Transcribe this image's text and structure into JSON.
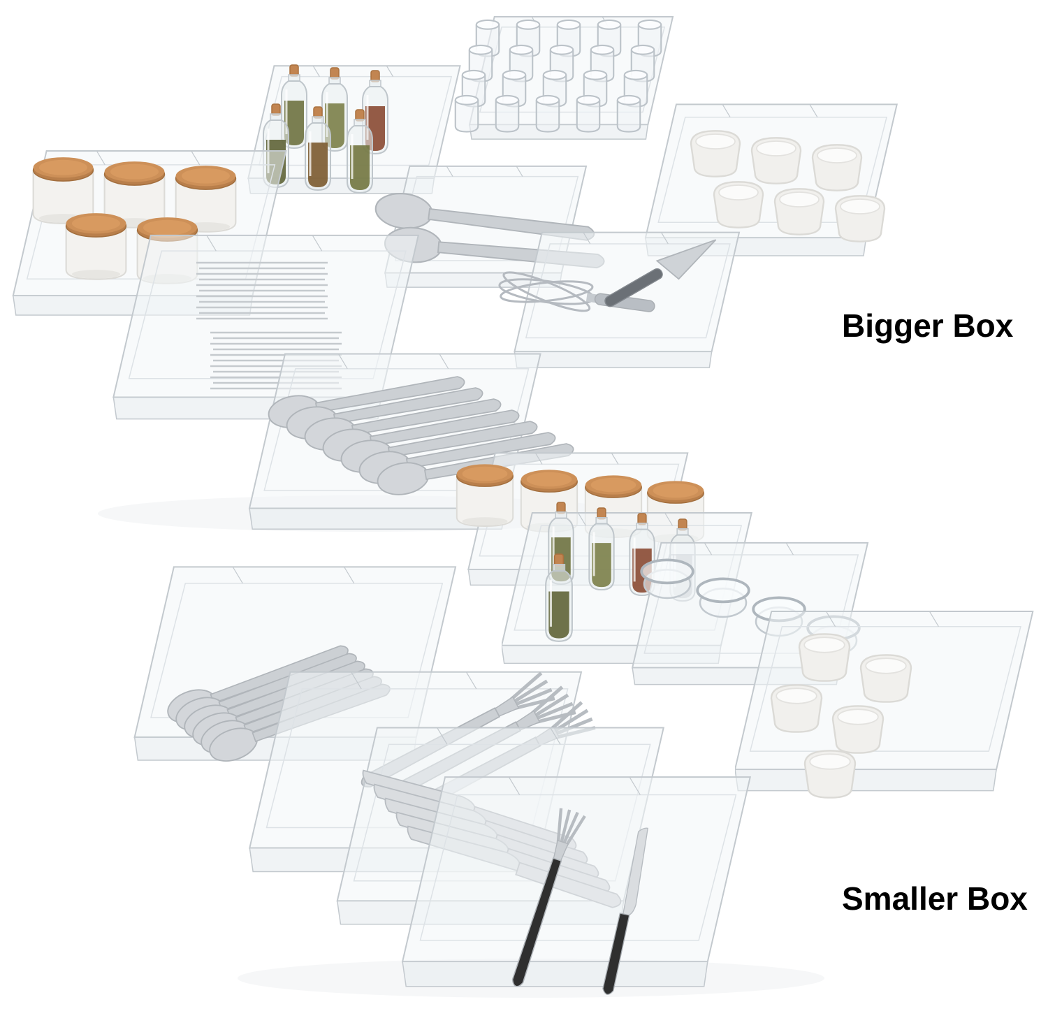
{
  "labels": {
    "bigger": "Bigger Box",
    "smaller": "Smaller Box"
  },
  "palette": {
    "background": "#ffffff",
    "text": "#000000",
    "cork_lid": "#c28551",
    "glass_outline": "#c3c9ce",
    "stainless": "#ccd0d4",
    "spice_green": "#72763f",
    "spice_olive": "#5f6437",
    "spice_red": "#8a4a33",
    "spice_brown": "#7b5a2f",
    "ceramic_white": "#f2f1ee",
    "dark_handle": "#2f2f2f"
  },
  "scene": {
    "bigger_box": {
      "label": "Bigger Box",
      "contents": [
        "white jars with cork lids",
        "glass spice bottles",
        "small clear jars",
        "white cups",
        "serving spoons",
        "whisk and cake server",
        "stacked cutlery",
        "spoons"
      ]
    },
    "smaller_box": {
      "label": "Smaller Box",
      "contents": [
        "white jars with cork lids",
        "glass spice bottles",
        "round clear jars",
        "white cups",
        "spoons",
        "forks",
        "knives",
        "black-handled fork and knife"
      ]
    }
  }
}
